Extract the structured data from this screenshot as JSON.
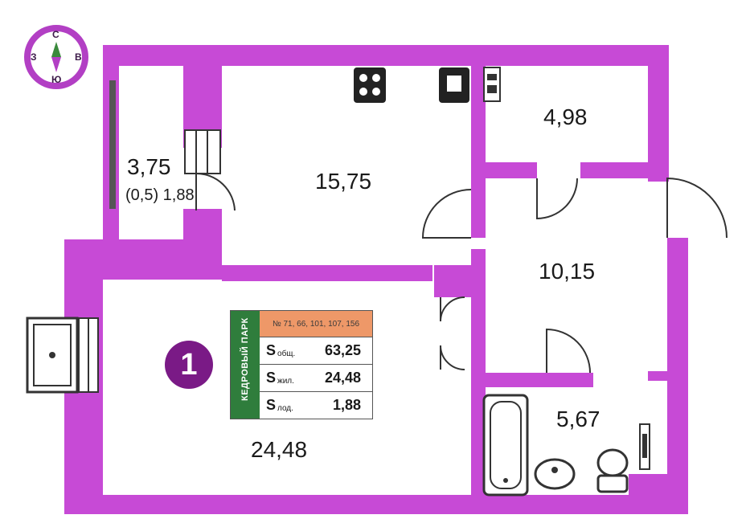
{
  "compass": {
    "north": "С",
    "south": "Ю",
    "west": "З",
    "east": "В"
  },
  "rooms": {
    "loggia": {
      "area": "3,75",
      "note": "(0,5) 1,88"
    },
    "kitchen": {
      "area": "15,75"
    },
    "storage": {
      "area": "4,98"
    },
    "hall": {
      "area": "10,15"
    },
    "bathroom": {
      "area": "5,67"
    },
    "living": {
      "area": "24,48"
    }
  },
  "badge": {
    "number": "1"
  },
  "card": {
    "brand": "КЕДРОВЫЙ ПАРК",
    "header": "№ 71, 66, 101, 107, 156",
    "rows": [
      {
        "s": "S",
        "sub": "общ.",
        "value": "63,25"
      },
      {
        "s": "S",
        "sub": "жил.",
        "value": "24,48"
      },
      {
        "s": "S",
        "sub": "лод.",
        "value": "1,88"
      }
    ]
  },
  "colors": {
    "wall": "#c74ad6",
    "badge": "#7a1a86",
    "brand_green": "#2f7d3c",
    "card_header": "#ee9868"
  }
}
